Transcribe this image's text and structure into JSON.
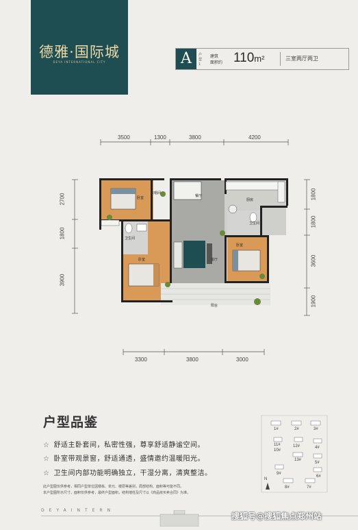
{
  "brand": {
    "logo_name": "德雅·国际城",
    "logo_sub": "DEYA INTERNATIONAL CITY",
    "footer_text": "DEYAINTERN"
  },
  "unit": {
    "letter": "A",
    "letter_sub": "户型 1",
    "area_label_1": "建筑",
    "area_label_2": "面积约",
    "area_value": "110",
    "area_unit": "m²",
    "type": "三室两厅两卫"
  },
  "dimensions": {
    "top": [
      "3500",
      "1300",
      "3800",
      "4200"
    ],
    "bottom": [
      "3300",
      "3800",
      "3000"
    ],
    "left": [
      "2700",
      "1800",
      "3900"
    ],
    "right": [
      "1800",
      "1800",
      "3600",
      "1900"
    ]
  },
  "rooms": {
    "master_bedroom": "卧室",
    "walkin": "衣帽间",
    "dining": "餐厅",
    "kitchen": "厨房",
    "bathroom_1": "卫生间",
    "bathroom_2": "卫生间",
    "living": "客厅",
    "bedroom_2": "卧室",
    "bedroom_3": "卧室",
    "balcony": "阳台"
  },
  "features": {
    "title": "户型品鉴",
    "items": [
      "舒适主卧套间，私密性强，尊享舒适静谧空间。",
      "卧室带观景窗，舒适通透，盛情邀约温暖阳光。",
      "卫生间内部功能明确独立，干湿分离，清爽整洁。"
    ],
    "notes": [
      "此户型图仅供参考，相同户型单位因楼栋、单元、楼层等差别，局部结构、面积等可能不同。",
      "本户型图所示尺寸，面积仅供参考，最终户型面积，结构墙柱及尺寸以《商品房买卖合同》为准。"
    ]
  },
  "siteplan": {
    "buildings": [
      "1#",
      "2#",
      "3#",
      "11#",
      "10#",
      "12#",
      "4#",
      "13#",
      "5#",
      "9#",
      "6#",
      "8#",
      "7#"
    ],
    "north": "N"
  },
  "watermark": "搜狐号@搜狐焦点郑州站",
  "colors": {
    "brand_green": "#1e4d52",
    "gold": "#ecd9a6",
    "background": "#efeeea",
    "floor_grey": "#a9a9a6",
    "wood": "#d99a57"
  }
}
